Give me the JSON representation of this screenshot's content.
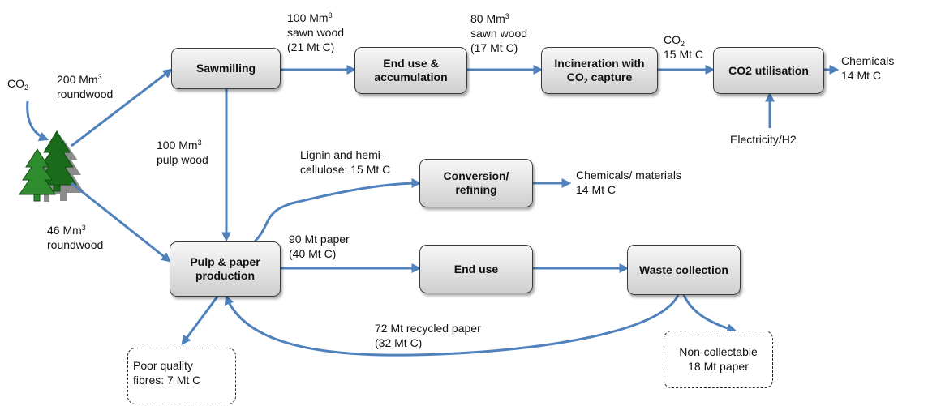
{
  "nodes": {
    "sawmilling": "Sawmilling",
    "enduse_accum": {
      "l1": "End use  &",
      "l2": "accumulation"
    },
    "incineration": {
      "l1": "Incineration with",
      "l2a": "CO",
      "l2sub": "2",
      "l2b": " capture"
    },
    "co2_util": "CO2 utilisation",
    "conversion": {
      "l1": "Conversion/",
      "l2": "refining"
    },
    "pulp": {
      "l1": "Pulp & paper",
      "l2": "production"
    },
    "enduse": "End use",
    "waste": "Waste collection",
    "poor_quality": {
      "l1": "Poor quality",
      "l2": "fibres: 7 Mt C"
    },
    "noncollectable": {
      "l1": "Non-collectable",
      "l2": "18 Mt paper"
    }
  },
  "labels": {
    "co2_in": {
      "main": "CO",
      "sub": "2"
    },
    "roundwood200": {
      "l1": "200 Mm",
      "sup": "3",
      "l2": "roundwood"
    },
    "roundwood46": {
      "l1": "46 Mm",
      "sup": "3",
      "l2": "roundwood"
    },
    "sawn100": {
      "l1": "100 Mm",
      "sup": "3",
      "l2": "sawn wood",
      "l3": "(21 Mt C)"
    },
    "sawn80": {
      "l1": "80 Mm",
      "sup": "3",
      "l2": "sawn wood",
      "l3": "(17 Mt C)"
    },
    "co2_15": {
      "l1a": "CO",
      "l1sub": "2",
      "l2": "15 Mt C"
    },
    "chem14": {
      "l1": "Chemicals",
      "l2": "14 Mt C"
    },
    "electricity": "Electricity/H2",
    "pulpwood": {
      "l1": "100 Mm",
      "sup": "3",
      "l2": "pulp wood"
    },
    "lignin": {
      "l1": "Lignin and hemi-",
      "l2": "cellulose: 15 Mt C"
    },
    "chem_mat": {
      "l1": "Chemicals/ materials",
      "l2": "14 Mt C"
    },
    "paper90": {
      "l1": "90 Mt paper",
      "l2": "(40 Mt C)"
    },
    "recycled": {
      "l1": "72 Mt recycled paper",
      "l2": "(32 Mt C)"
    }
  },
  "colors": {
    "arrow": "#4f81bd",
    "tree_dark": "#1a6b1a",
    "tree_light": "#2e8b2e",
    "tree_shadow": "#8c8c8c"
  },
  "icons": {
    "forest": "pine-trees-icon"
  }
}
